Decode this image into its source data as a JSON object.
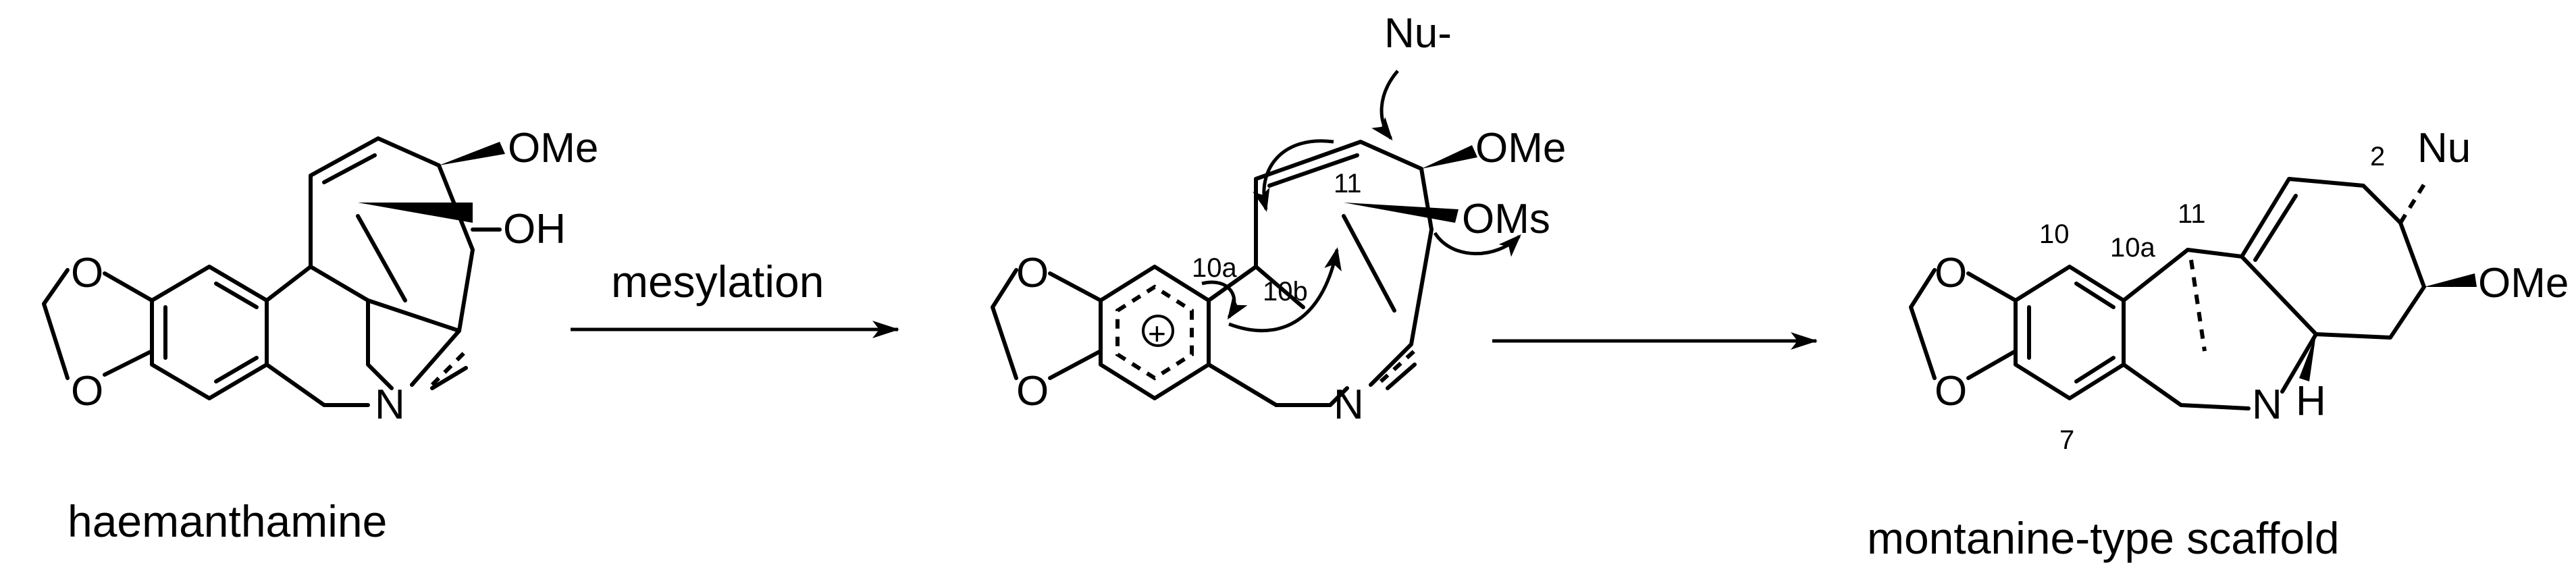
{
  "scheme": {
    "molecule1": {
      "caption": "haemanthamine",
      "atoms": {
        "ome": "OMe",
        "oh": "OH",
        "n": "N",
        "o_top": "O",
        "o_bottom": "O"
      }
    },
    "step1": {
      "label": "mesylation"
    },
    "molecule2": {
      "atoms": {
        "nu": "Nu-",
        "ome": "OMe",
        "oms": "OMs",
        "n": "N",
        "o_top": "O",
        "o_bottom": "O",
        "charge": "+"
      },
      "numbers": {
        "c10a": "10a",
        "c10b": "10b",
        "c11": "11"
      }
    },
    "molecule3": {
      "caption": "montanine-type scaffold",
      "atoms": {
        "nu": "Nu",
        "ome": "OMe",
        "nh": "N",
        "h": "H",
        "o_top": "O",
        "o_bottom": "O"
      },
      "numbers": {
        "c2": "2",
        "c10": "10",
        "c10a": "10a",
        "c11": "11",
        "c7": "7"
      }
    }
  }
}
